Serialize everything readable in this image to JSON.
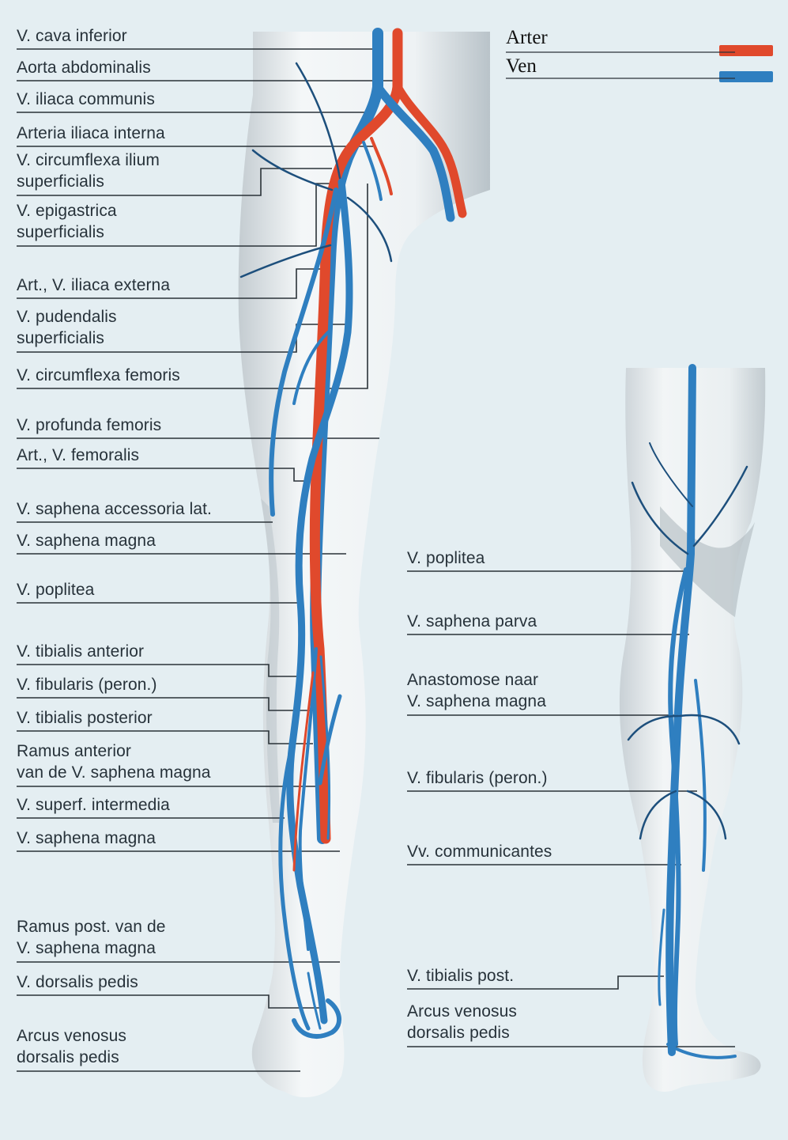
{
  "legend": {
    "artery": {
      "label": "Arter",
      "color": "#e0492c"
    },
    "vein": {
      "label": "Ven",
      "color": "#2f7fc0"
    }
  },
  "left_labels": [
    "V. cava inferior",
    "Aorta abdominalis",
    "V. iliaca communis",
    "Arteria iliaca interna",
    "V. circumflexa ilium\nsuperficialis",
    "V. epigastrica\nsuperficialis",
    "Art., V. iliaca externa",
    "V. pudendalis\nsuperficialis",
    "V. circumflexa femoris",
    "V. profunda femoris",
    "Art., V. femoralis",
    "V. saphena accessoria lat.",
    "V. saphena magna",
    "V. poplitea",
    "V. tibialis anterior",
    "V. fibularis (peron.)",
    "V. tibialis posterior",
    "Ramus anterior\nvan de V. saphena magna",
    "V. superf. intermedia",
    "V. saphena magna",
    "Ramus post. van de\nV. saphena magna",
    "V. dorsalis pedis",
    "Arcus venosus\ndorsalis pedis"
  ],
  "right_labels": [
    "V. poplitea",
    "V. saphena parva",
    "Anastomose naar\nV. saphena magna",
    "V. fibularis (peron.)",
    "Vv. communicantes",
    "V. tibialis post.",
    "Arcus venosus\ndorsalis pedis"
  ],
  "colors": {
    "background": "#e4eef2",
    "skin": "#f3f6f7",
    "skin_shade": "#c9d1d5",
    "leader_line": "#2a3238"
  }
}
